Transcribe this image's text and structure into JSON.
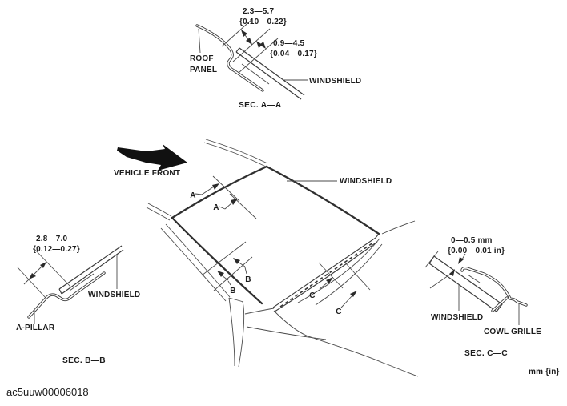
{
  "figure": {
    "code": "ac5uuw00006018",
    "units_note": "mm {in}"
  },
  "colors": {
    "background": "#ffffff",
    "line": "#3b3b3b",
    "text": "#1c1c1c",
    "arrow_fill": "#111111"
  },
  "overview": {
    "vehicle_front_label": "VEHICLE FRONT",
    "windshield_label": "WINDSHIELD",
    "section_marker_a": "A",
    "section_marker_b": "B",
    "section_marker_c": "C"
  },
  "sec_a": {
    "caption": "SEC. A—A",
    "gap1_mm": "2.3—5.7",
    "gap1_in": "{0.10—0.22}",
    "gap2_mm": "0.9—4.5",
    "gap2_in": "{0.04—0.17}",
    "roof_panel_label_line1": "ROOF",
    "roof_panel_label_line2": "PANEL",
    "windshield_label": "WINDSHIELD"
  },
  "sec_b": {
    "caption": "SEC. B—B",
    "gap_mm": "2.8—7.0",
    "gap_in": "{0.12—0.27}",
    "windshield_label": "WINDSHIELD",
    "a_pillar_label": "A-PILLAR"
  },
  "sec_c": {
    "caption": "SEC. C—C",
    "gap_mm": "0—0.5 mm",
    "gap_in": "{0.00—0.01 in}",
    "windshield_label": "WINDSHIELD",
    "cowl_grille_label": "COWL GRILLE"
  }
}
